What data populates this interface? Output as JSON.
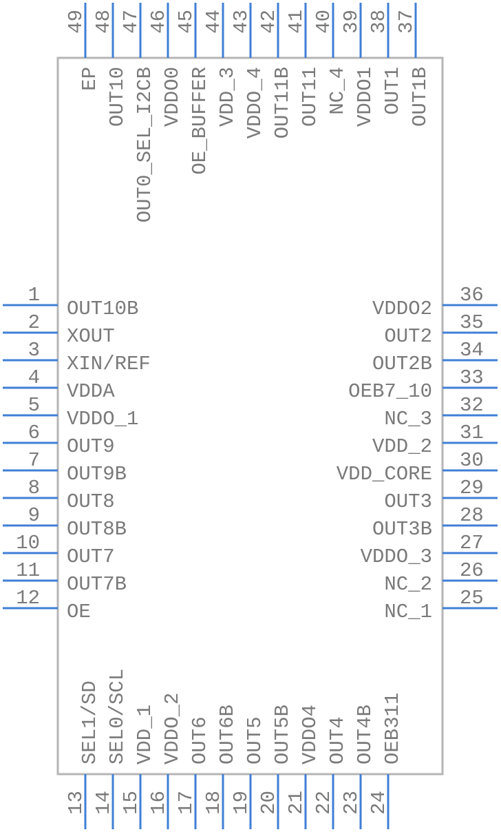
{
  "component": {
    "left_pins": [
      {
        "number": "1",
        "name": "OUT10B"
      },
      {
        "number": "2",
        "name": "XOUT"
      },
      {
        "number": "3",
        "name": "XIN/REF"
      },
      {
        "number": "4",
        "name": "VDDA"
      },
      {
        "number": "5",
        "name": "VDDO_1"
      },
      {
        "number": "6",
        "name": "OUT9"
      },
      {
        "number": "7",
        "name": "OUT9B"
      },
      {
        "number": "8",
        "name": "OUT8"
      },
      {
        "number": "9",
        "name": "OUT8B"
      },
      {
        "number": "10",
        "name": "OUT7"
      },
      {
        "number": "11",
        "name": "OUT7B"
      },
      {
        "number": "12",
        "name": "OE"
      }
    ],
    "bottom_pins": [
      {
        "number": "13",
        "name": "SEL1/SD"
      },
      {
        "number": "14",
        "name": "SEL0/SCL"
      },
      {
        "number": "15",
        "name": "VDD_1"
      },
      {
        "number": "16",
        "name": "VDDO_2"
      },
      {
        "number": "17",
        "name": "OUT6"
      },
      {
        "number": "18",
        "name": "OUT6B"
      },
      {
        "number": "19",
        "name": "OUT5"
      },
      {
        "number": "20",
        "name": "OUT5B"
      },
      {
        "number": "21",
        "name": "VDDO4"
      },
      {
        "number": "22",
        "name": "OUT4"
      },
      {
        "number": "23",
        "name": "OUT4B"
      },
      {
        "number": "24",
        "name": "OEB311"
      }
    ],
    "right_pins": [
      {
        "number": "36",
        "name": "VDDO2"
      },
      {
        "number": "35",
        "name": "OUT2"
      },
      {
        "number": "34",
        "name": "OUT2B"
      },
      {
        "number": "33",
        "name": "OEB7_10"
      },
      {
        "number": "32",
        "name": "NC_3"
      },
      {
        "number": "31",
        "name": "VDD_2"
      },
      {
        "number": "30",
        "name": "VDD_CORE"
      },
      {
        "number": "29",
        "name": "OUT3"
      },
      {
        "number": "28",
        "name": "OUT3B"
      },
      {
        "number": "27",
        "name": "VDDO_3"
      },
      {
        "number": "26",
        "name": "NC_2"
      },
      {
        "number": "25",
        "name": "NC_1"
      }
    ],
    "top_pins": [
      {
        "number": "49",
        "name": "EP"
      },
      {
        "number": "48",
        "name": "OUT10"
      },
      {
        "number": "47",
        "name": "OUT0_SEL_I2CB"
      },
      {
        "number": "46",
        "name": "VDDO0"
      },
      {
        "number": "45",
        "name": "OE_BUFFER"
      },
      {
        "number": "44",
        "name": "VDD_3"
      },
      {
        "number": "43",
        "name": "VDDO_4"
      },
      {
        "number": "42",
        "name": "OUT11B"
      },
      {
        "number": "41",
        "name": "OUT11"
      },
      {
        "number": "40",
        "name": "NC_4"
      },
      {
        "number": "39",
        "name": "VDDO1"
      },
      {
        "number": "38",
        "name": "OUT1"
      },
      {
        "number": "37",
        "name": "OUT1B"
      }
    ]
  }
}
